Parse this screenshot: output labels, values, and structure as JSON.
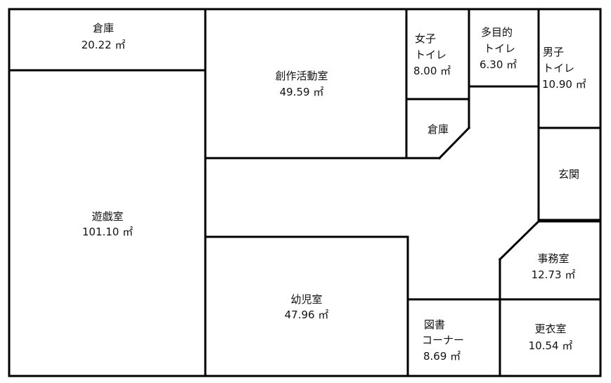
{
  "floor_plan": {
    "colors": {
      "wall": "#000000",
      "text": "#111111",
      "background": "#ffffff"
    },
    "rooms": {
      "storage_top_left": {
        "name": "倉庫",
        "area": "20.22 ㎡"
      },
      "playroom": {
        "name": "遊戯室",
        "area": "101.10 ㎡"
      },
      "creative_room": {
        "name": "創作活動室",
        "area": "49.59 ㎡"
      },
      "womens_toilet": {
        "name_line1": "女子",
        "name_line2": "トイレ",
        "area": "8.00 ㎡"
      },
      "multipurpose_toilet": {
        "name_line1": "多目的",
        "name_line2": "トイレ",
        "area": "6.30 ㎡"
      },
      "mens_toilet": {
        "name_line1": "男子",
        "name_line2": "トイレ",
        "area": "10.90 ㎡"
      },
      "storage_small": {
        "name": "倉庫"
      },
      "entrance": {
        "name": "玄関"
      },
      "infant_room": {
        "name": "幼児室",
        "area": "47.96 ㎡"
      },
      "office": {
        "name": "事務室",
        "area": "12.73 ㎡"
      },
      "library_corner": {
        "name_line1": "図書",
        "name_line2": "コーナー",
        "area": "8.69 ㎡"
      },
      "changing_room": {
        "name": "更衣室",
        "area": "10.54 ㎡"
      }
    }
  }
}
